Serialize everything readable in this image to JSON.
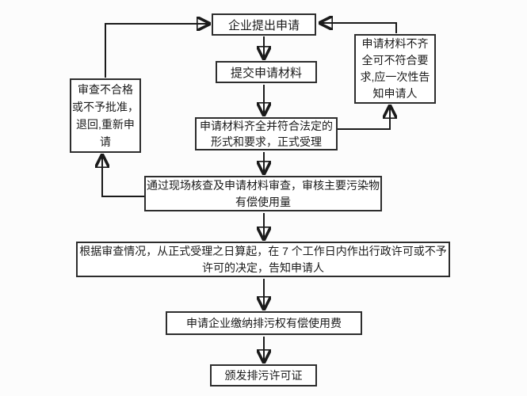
{
  "page": {
    "background": "#fcfcfc",
    "diagram_type": "flowchart"
  },
  "style": {
    "box_fill": "#ffffff",
    "box_border": "#2d2d2d",
    "line_color": "#1a1a1a",
    "text_color": "#1a1a1a"
  },
  "flowchart": {
    "nodes": {
      "apply": {
        "label": "企业提出申请"
      },
      "submit": {
        "label": "提交申请材料"
      },
      "accept": {
        "label": "申请材料齐全并符合法定的\n形式和要求，正式受理"
      },
      "review": {
        "label": "通过现场核查及申请材料审查，审核主要污染物\n有偿使用量"
      },
      "decide": {
        "label": "根据审查情况，从正式受理之日算起，在 7 个工作日内作出行政许可或不予\n许可的决定，告知申请人"
      },
      "pay": {
        "label": "申请企业缴纳排污权有偿使用费"
      },
      "issue": {
        "label": "颁发排污许可证"
      },
      "reject": {
        "label": "审查不合格\n或不予批准，\n退回,重新申\n请"
      },
      "incomplete": {
        "label": "申请材料不齐\n全可不符合要\n求,应一次性告\n知申请人"
      }
    },
    "edges": [
      {
        "from": "apply",
        "to": "submit"
      },
      {
        "from": "submit",
        "to": "accept"
      },
      {
        "from": "accept",
        "to": "review"
      },
      {
        "from": "review",
        "to": "decide"
      },
      {
        "from": "decide",
        "to": "pay"
      },
      {
        "from": "pay",
        "to": "issue"
      },
      {
        "from": "accept",
        "to": "incomplete"
      },
      {
        "from": "incomplete",
        "to": "apply"
      },
      {
        "from": "review",
        "to": "reject"
      },
      {
        "from": "reject",
        "to": "apply"
      }
    ]
  }
}
